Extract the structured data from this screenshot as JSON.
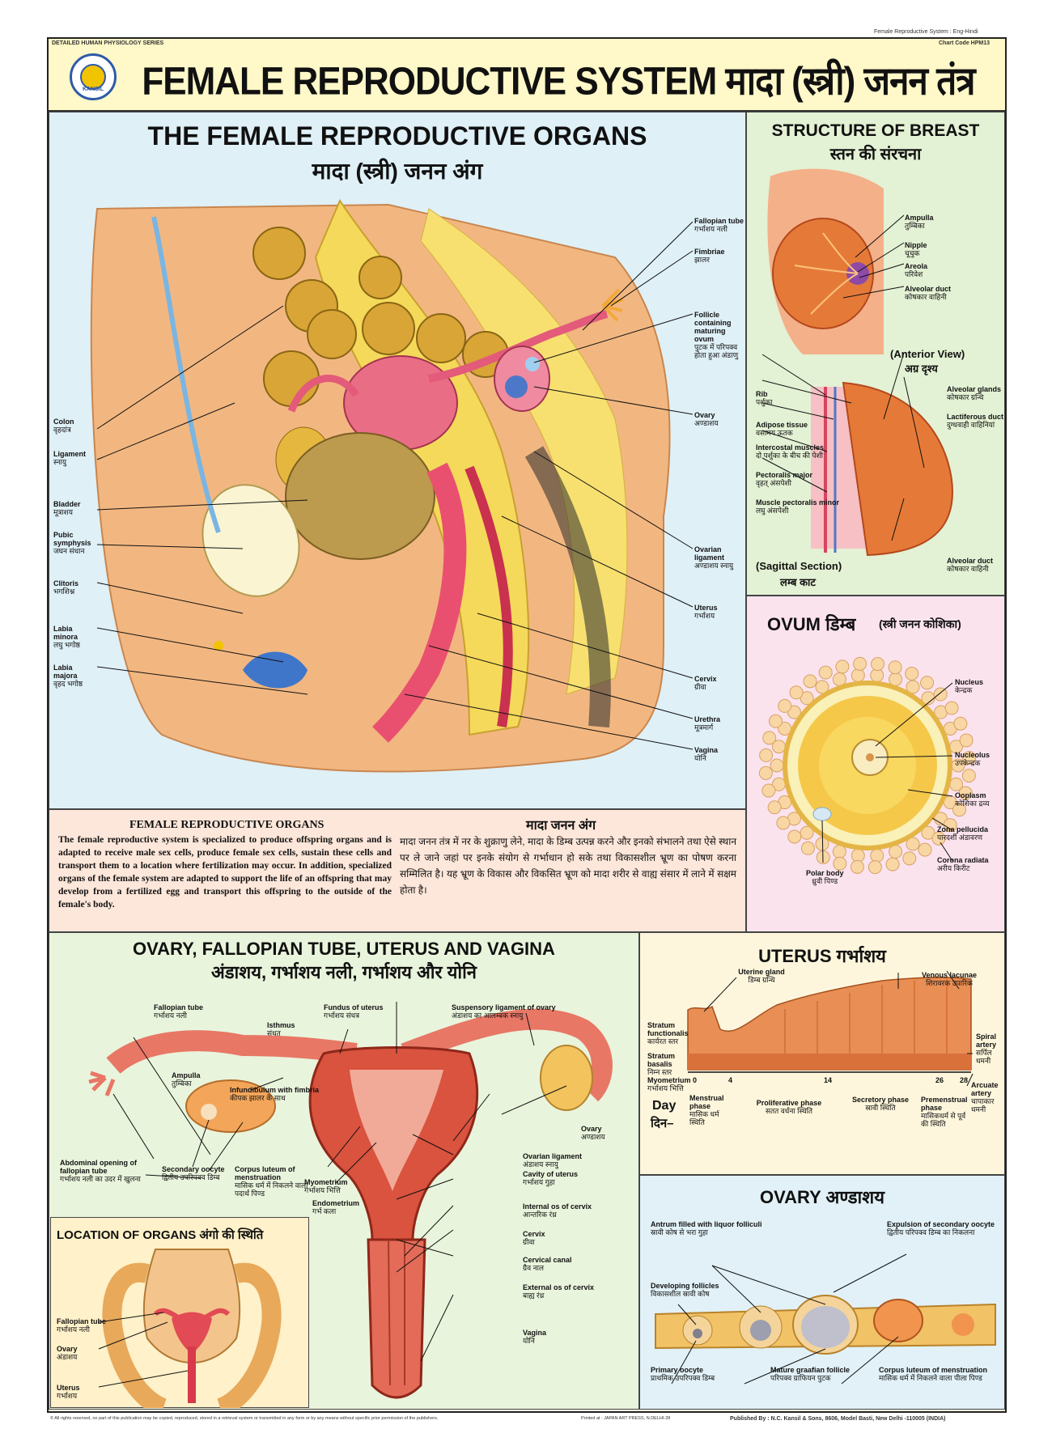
{
  "header": {
    "series": "DETAILED HUMAN PHYSIOLOGY SERIES",
    "topright": "Female Reproductive System : Eng-Hindi",
    "chart_code": "Chart Code HPM13",
    "title": "FEMALE REPRODUCTIVE SYSTEM मादा (स्त्री) जनन तंत्र",
    "logo_text": "KANSIL",
    "colors": {
      "title_bg": "#fff8c8",
      "frame": "#222222"
    }
  },
  "organs": {
    "title": "THE FEMALE REPRODUCTIVE ORGANS",
    "title_hi": "मादा (स्त्री) जनन अंग",
    "left_labels": [
      {
        "en": "Colon",
        "hi": "वृहदांत्र"
      },
      {
        "en": "Ligament",
        "hi": "स्नायु"
      },
      {
        "en": "Bladder",
        "hi": "मूत्राशय"
      },
      {
        "en": "Pubic symphysis",
        "hi": "जघन संधान"
      },
      {
        "en": "Clitoris",
        "hi": "भगशिश्न"
      },
      {
        "en": "Labia minora",
        "hi": "लघु भगोष्ठ"
      },
      {
        "en": "Labia majora",
        "hi": "वृहद भगोष्ठ"
      }
    ],
    "right_labels": [
      {
        "en": "Fallopian tube",
        "hi": "गर्भाशय नली"
      },
      {
        "en": "Fimbriae",
        "hi": "झालर"
      },
      {
        "en": "Follicle containing maturing ovum",
        "hi": "पुटक में परिपक्व होता हुआ अंडाणु"
      },
      {
        "en": "Ovary",
        "hi": "अण्डाशय"
      },
      {
        "en": "Ovarian ligament",
        "hi": "अण्डाशय स्नायु"
      },
      {
        "en": "Uterus",
        "hi": "गर्भाशय"
      },
      {
        "en": "Cervix",
        "hi": "ग्रीवा"
      },
      {
        "en": "Urethra",
        "hi": "मूत्रमार्ग"
      },
      {
        "en": "Vagina",
        "hi": "योनि"
      }
    ]
  },
  "breast": {
    "title": "STRUCTURE OF  BREAST",
    "title_hi": "स्तन की संरचना",
    "anterior_labels": [
      {
        "en": "Ampulla",
        "hi": "तुम्बिका"
      },
      {
        "en": "Nipple",
        "hi": "चूचुक"
      },
      {
        "en": "Areola",
        "hi": "परिवेश"
      },
      {
        "en": "Alveolar duct",
        "hi": "कोषकार वाहिनी"
      }
    ],
    "anterior_caption": "(Anterior View)",
    "anterior_caption_hi": "अग्र दृश्य",
    "sagittal_left": [
      {
        "en": "Rib",
        "hi": "पर्शुका"
      },
      {
        "en": "Adipose tissue",
        "hi": "वसामय ऊतक"
      },
      {
        "en": "Intercostal muscles",
        "hi": "दो पर्शुका के बीच की पेशी"
      },
      {
        "en": "Pectoralis major",
        "hi": "वृहत् अंसपेशी"
      },
      {
        "en": "Muscle pectoralis minor",
        "hi": "लघु अंसपेशी"
      }
    ],
    "sagittal_right": [
      {
        "en": "Alveolar glands",
        "hi": "कोषकार ग्रन्थि"
      },
      {
        "en": "Lactiferous duct",
        "hi": "दुग्धवाही वाहिनियां"
      },
      {
        "en": "Alveolar duct",
        "hi": "कोषकार वाहिनी"
      }
    ],
    "sagittal_caption": "(Sagittal Section)",
    "sagittal_caption_hi": "लम्ब काट"
  },
  "ovum": {
    "title": "OVUM डिम्ब",
    "title_hi": "(स्त्री जनन कोशिका)",
    "labels": [
      {
        "en": "Nucleus",
        "hi": "केन्द्रक"
      },
      {
        "en": "Nucleolus",
        "hi": "उपकेन्द्रक"
      },
      {
        "en": "Ooplasm",
        "hi": "कोशिका द्रव्य"
      },
      {
        "en": "Zona pellucida",
        "hi": "पारदर्शी अंडावरण"
      },
      {
        "en": "Corona radiata",
        "hi": "अरीय किरीट"
      },
      {
        "en": "Polar body",
        "hi": "ध्रुवी पिण्ड"
      }
    ]
  },
  "text": {
    "en_title": "FEMALE REPRODUCTIVE ORGANS",
    "en_body": "The female reproductive system is specialized to produce offspring organs and is adapted to receive  male sex cells, produce female sex cells, sustain these cells and transport them to a location where fertilization may occur. In addition, specialized organs of the female system are adapted to support the life of an offspring that may develop from a fertilized egg and transport this offspring to the outside of the female's body.",
    "hi_title": "मादा जनन अंग",
    "hi_body": "मादा जनन तंत्र में नर के शुक्राणु लेने, मादा के डिम्ब उत्पन्न करने और इनको संभालने तथा ऐसे स्थान पर ले जाने जहां पर इनके संयोग से गर्भाधान हो सके तथा विकासशील भ्रूण का पोषण करना सम्मिलित है। यह भ्रूण के विकास और विकसित भ्रूण को मादा शरीर से वाह्य संसार में लाने में सक्षम होता है।"
  },
  "ovary_tube": {
    "title": "OVARY, FALLOPIAN TUBE, UTERUS AND VAGINA",
    "title_hi": "अंडाशय, गर्भाशय नली, गर्भाशय और योनि",
    "labels": [
      {
        "en": "Fallopian tube",
        "hi": "गर्भाशय नली"
      },
      {
        "en": "Isthmus",
        "hi": "संधत"
      },
      {
        "en": "Fundus of uterus",
        "hi": "गर्भाशय संधत्र"
      },
      {
        "en": "Suspensory ligament of ovary",
        "hi": "अंडाशय का आलम्बक स्नायु"
      },
      {
        "en": "Ampulla",
        "hi": "तुम्बिका"
      },
      {
        "en": "Infundibulum with fimbria",
        "hi": "कीपक झालर के साथ"
      },
      {
        "en": "Ovary",
        "hi": "अण्डाशय"
      },
      {
        "en": "Abdominal opening of fallopian tube",
        "hi": "गर्भाशय नली का उदर में खुलना"
      },
      {
        "en": "Secondary oocyte",
        "hi": "द्वितीय उपरिपक्व डिम्ब"
      },
      {
        "en": "Corpus luteum of menstruation",
        "hi": "मासिक धर्म में निकलने वाला पदार्थ पिण्ड"
      },
      {
        "en": "Myometrium",
        "hi": "गर्भाशय भित्ति"
      },
      {
        "en": "Endometrium",
        "hi": "गर्भ कला"
      },
      {
        "en": "Ovarian ligament",
        "hi": "अंडाशय स्नायु"
      },
      {
        "en": "Cavity of uterus",
        "hi": "गर्भाशय गुहा"
      },
      {
        "en": "Internal os of cervix",
        "hi": "आन्तरिक रंध्र"
      },
      {
        "en": "Cervix",
        "hi": "ग्रीवा"
      },
      {
        "en": "Cervical canal",
        "hi": "ग्रैव नाल"
      },
      {
        "en": "External os of cervix",
        "hi": "बाह्य रंध्र"
      },
      {
        "en": "Vagina",
        "hi": "योनि"
      }
    ]
  },
  "location": {
    "title": "LOCATION OF ORGANS अंगो की स्थिति",
    "labels": [
      {
        "en": "Fallopian tube",
        "hi": "गर्भाशय नली"
      },
      {
        "en": "Ovary",
        "hi": "अंडाशय"
      },
      {
        "en": "Uterus",
        "hi": "गर्भाशय"
      }
    ]
  },
  "uterus": {
    "title": "UTERUS गर्भाशय",
    "labels_top": [
      {
        "en": "Uterine gland",
        "hi": "डिम्ब ग्रन्थि"
      },
      {
        "en": "Venous lacunae",
        "hi": "शिरावरक उपारिक"
      }
    ],
    "labels_left": [
      {
        "en": "Stratum functionalis",
        "hi": "कार्यरत स्तर"
      },
      {
        "en": "Stratum basalis",
        "hi": "निम्न स्तर"
      },
      {
        "en": "Myometrium",
        "hi": "गर्भाशय भित्ति"
      }
    ],
    "labels_right": [
      {
        "en": "Spiral artery",
        "hi": "सर्पिल धमनी"
      },
      {
        "en": "Arcuate artery",
        "hi": "चापाकार धमनी"
      }
    ],
    "days": [
      "0",
      "4",
      "14",
      "26",
      "28"
    ],
    "day_label": "Day",
    "day_label_hi": "दिन–",
    "phases": [
      {
        "en": "Menstrual phase",
        "hi": "मासिक धर्म स्थिति"
      },
      {
        "en": "Proliferative phase",
        "hi": "सतत वर्धना स्थिति"
      },
      {
        "en": "Secretory phase",
        "hi": "स्रावी स्थिति"
      },
      {
        "en": "Premenstrual phase",
        "hi": "मासिकधर्म से पूर्व की स्थिति"
      }
    ]
  },
  "ovary": {
    "title": "OVARY अण्डाशय",
    "labels": [
      {
        "en": "Antrum filled with liquor folliculi",
        "hi": "स्रावी कोष से भरा गुहा"
      },
      {
        "en": "Expulsion of secondary oocyte",
        "hi": "द्वितीय परिपक्व डिम्ब का निकलना"
      },
      {
        "en": "Developing follicles",
        "hi": "विकासशील स्रावी कोष"
      },
      {
        "en": "Primary oocyte",
        "hi": "प्राथमिक उपरिपक्व डिम्ब"
      },
      {
        "en": "Mature graafian follicle",
        "hi": "परिपक्व ग्राफियन पुटक"
      },
      {
        "en": "Corpus luteum of menstruation",
        "hi": "मासिक धर्म में निकलने वाला पीला पिण्ड"
      }
    ]
  },
  "footer": {
    "rights": "© All rights reserved, no part of this publication may be copied, reproduced, stored in a retrieval system or transmitted in any form or by any means without specific prior permission of the publishers.",
    "printer": "Printed at : JAPAN ART PRESS, N.DELHI-28",
    "publisher": "Published By : N.C. Kansil & Sons, 8606, Model Basti, New Delhi -110005 (INDIA)"
  }
}
